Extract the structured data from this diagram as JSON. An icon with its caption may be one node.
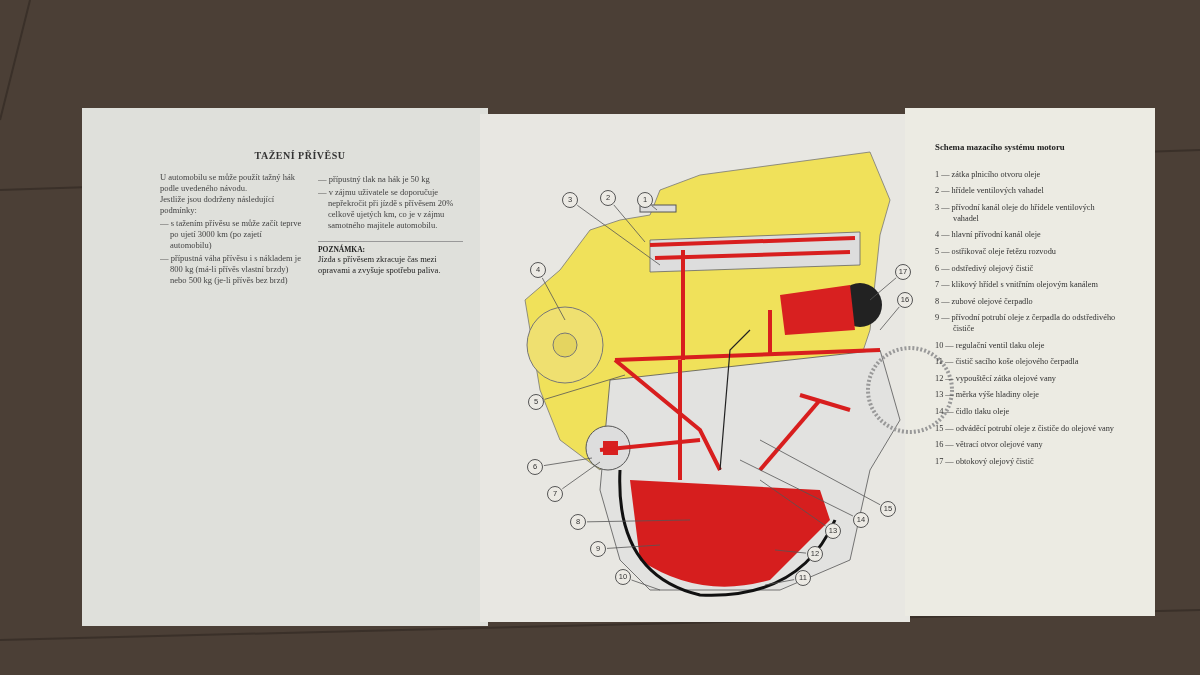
{
  "diagram": {
    "nodes": [
      {
        "text": [
          "1"
        ]
      },
      {
        "text": [
          "2"
        ]
      },
      {
        "text": [
          "3"
        ]
      },
      {
        "text": [
          "4"
        ]
      },
      {
        "text": [
          "5"
        ]
      },
      {
        "text": [
          "6"
        ]
      },
      {
        "text": [
          "7"
        ]
      },
      {
        "text": [
          "8"
        ]
      },
      {
        "text": [
          "9"
        ]
      },
      {
        "text": [
          "10"
        ]
      },
      {
        "text": [
          "11"
        ]
      },
      {
        "text": [
          "12"
        ]
      },
      {
        "text": [
          "13"
        ]
      },
      {
        "text": [
          "14"
        ]
      },
      {
        "text": [
          "15"
        ]
      },
      {
        "text": [
          "16"
        ]
      },
      {
        "text": [
          "17"
        ]
      }
    ],
    "edges": [
      {
        "from": 0,
        "to": null,
        "arrow": "none"
      },
      {
        "from": 1,
        "to": null,
        "arrow": "none"
      },
      {
        "from": 2,
        "to": null,
        "arrow": "none"
      },
      {
        "from": 3,
        "to": null,
        "arrow": "none"
      },
      {
        "from": 4,
        "to": null,
        "arrow": "none"
      },
      {
        "from": 5,
        "to": null,
        "arrow": "none"
      },
      {
        "from": 6,
        "to": null,
        "arrow": "none"
      },
      {
        "from": 7,
        "to": null,
        "arrow": "none"
      },
      {
        "from": 8,
        "to": null,
        "arrow": "none"
      },
      {
        "from": 9,
        "to": null,
        "arrow": "none"
      },
      {
        "from": 10,
        "to": null,
        "arrow": "none"
      },
      {
        "from": 11,
        "to": null,
        "arrow": "none"
      },
      {
        "from": 12,
        "to": null,
        "arrow": "none"
      },
      {
        "from": 13,
        "to": null,
        "arrow": "none"
      },
      {
        "from": 14,
        "to": null,
        "arrow": "none"
      },
      {
        "from": 15,
        "to": null,
        "arrow": "none"
      },
      {
        "from": 16,
        "to": null,
        "arrow": "none"
      }
    ],
    "labels": [
      "TAŽENÍ PŘÍVĚSU",
      "U automobilu se může použít tažný hák podle uvedeného návodu.",
      "Jestliže jsou dodrženy následující podmínky:",
      "— s tažením přívěsu se může začít teprve po ujetí 3000 km (po zajetí automobilu)",
      "— přípustná váha přívěsu i s nákladem je 800 kg (má-li přívěs vlastní brzdy) nebo 500 kg (je-li přívěs bez brzd)",
      "— přípustný tlak na hák je 50 kg",
      "— v zájmu uživatele se doporučuje nepřekročit při jízdě s přívěsem 20% celkově ujetých km, co je v zájmu samotného majitele automobilu.",
      "POZNÁMKA:",
      "Jízda s přívěsem zkracuje čas mezi opravami a zvyšuje spotřebu paliva.",
      "Schema mazacího systému motoru",
      "1 — zátka plnicího otvoru oleje",
      "2 — hřídele ventilových vahadel",
      "3 — přívodní kanál oleje do hřídele ventilových vahadel",
      "4 — hlavní přívodní kanál oleje",
      "5 — ostřikovač oleje řetězu rozvodu",
      "6 — odstředivý olejový čistič",
      "7 — klikový hřídel s vnitřním olejovým kanálem",
      "8 — zubové olejové čerpadlo",
      "9 — přívodní potrubí oleje z čerpadla do odstředivého čističe",
      "10 — regulační ventil tlaku oleje",
      "11 — čistič sacího koše olejového čerpadla",
      "12 — vypouštěcí zátka olejové vany",
      "13 — měrka výše hladiny oleje",
      "14 — čidlo tlaku oleje",
      "15 — odváděcí potrubí oleje z čističe do olejové vany",
      "16 — větrací otvor olejové vany",
      "17 — obtokový olejový čistič"
    ]
  }
}
